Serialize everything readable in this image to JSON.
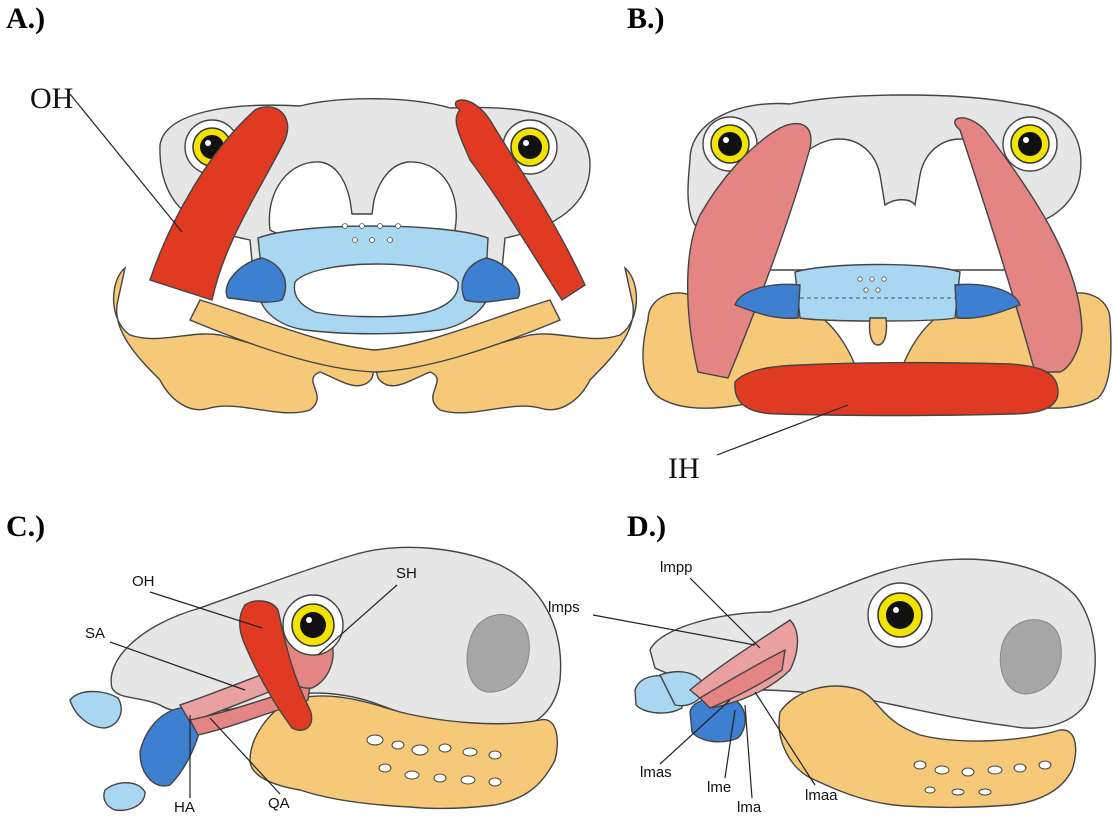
{
  "panels": {
    "a": {
      "label": "A.)",
      "muscles": {
        "oh": "OH"
      }
    },
    "b": {
      "label": "B.)",
      "muscles": {
        "ih": "IH"
      }
    },
    "c": {
      "label": "C.)",
      "muscles": {
        "oh": "OH",
        "sh": "SH",
        "sa": "SA",
        "ha": "HA",
        "qa": "QA"
      }
    },
    "d": {
      "label": "D.)",
      "muscles": {
        "lmpp": "lmpp",
        "lmps": "lmps",
        "lmas": "lmas",
        "lme": "lme",
        "lma": "lma",
        "lmaa": "lmaa"
      }
    }
  },
  "colors": {
    "skull": "#e6e6e6",
    "cartilage_orange": "#f5c978",
    "hyobranchial_light_blue": "#a9d7f2",
    "hyobranchial_dark_blue": "#3d7fd1",
    "muscle_red": "#e03b22",
    "muscle_pink": "#e58583",
    "eye_yellow": "#f2e300"
  }
}
